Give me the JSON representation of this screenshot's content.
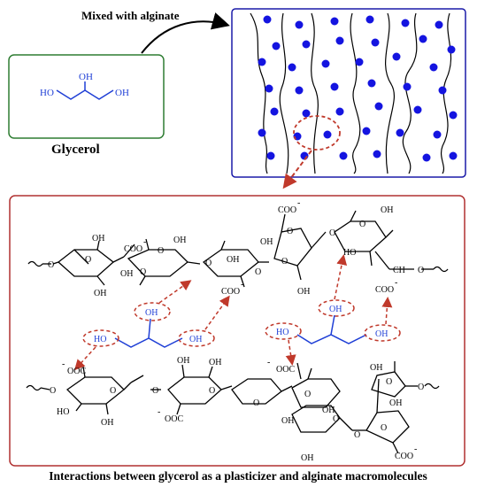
{
  "mixed_label": "Mixed with alginate",
  "glycerol": {
    "name": "Glycerol",
    "oh": "OH",
    "ho": "HO"
  },
  "bottom": {
    "caption": "Interactions between glycerol as a plasticizer and alginate macromolecules",
    "oh": "OH",
    "ho": "HO",
    "coo": "COO",
    "ooc": "OOC",
    "minus": "-",
    "ch": "CH",
    "o": "O"
  },
  "colors": {
    "green_box": "#2e7d32",
    "blue_box": "#1a1aa8",
    "red_box": "#b03030",
    "dot": "#1414e0",
    "glycerol_bond": "#1f3fd6",
    "dashed": "#c0392b"
  }
}
